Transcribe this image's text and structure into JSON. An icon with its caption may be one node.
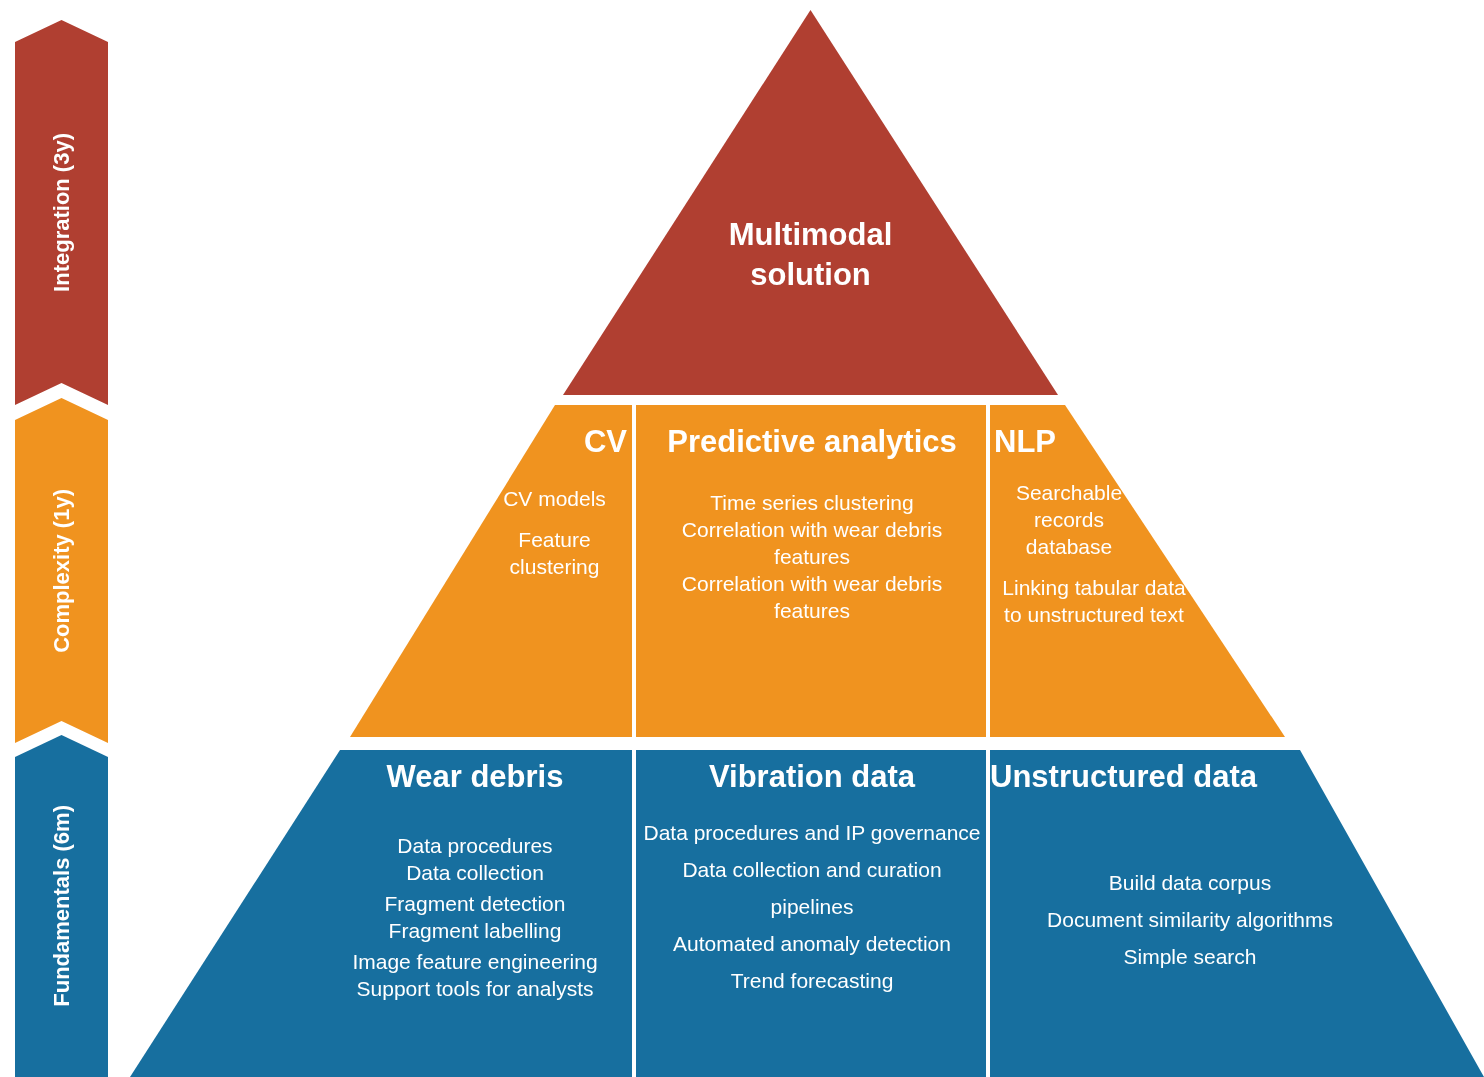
{
  "diagram": {
    "nodes": [
      {
        "text": [
          "Integration (3y)"
        ]
      },
      {
        "text": [
          "Complexity (1y)"
        ]
      },
      {
        "text": [
          "Fundamentals (6m)"
        ]
      },
      {
        "text": [
          "Multimodal solution"
        ]
      },
      {
        "text": [
          "CV",
          "CV models",
          "Feature clustering"
        ]
      },
      {
        "text": [
          "Predictive analytics",
          "Time series clustering",
          "Correlation with wear debris features",
          "Correlation with wear debris features"
        ]
      },
      {
        "text": [
          "NLP",
          "Searchable records database",
          "Linking tabular data to unstructured text"
        ]
      },
      {
        "text": [
          "Wear debris",
          "Data procedures",
          "Data collection",
          "Fragment detection",
          "Fragment labelling",
          "Image feature engineering",
          "Support tools for analysts"
        ]
      },
      {
        "text": [
          "Vibration data",
          "Data procedures and IP governance",
          "Data collection and curation pipelines",
          "Automated anomaly detection",
          "Trend forecasting"
        ]
      },
      {
        "text": [
          "Unstructured data",
          "Build data corpus",
          "Document similarity algorithms",
          "Simple search"
        ]
      }
    ]
  }
}
